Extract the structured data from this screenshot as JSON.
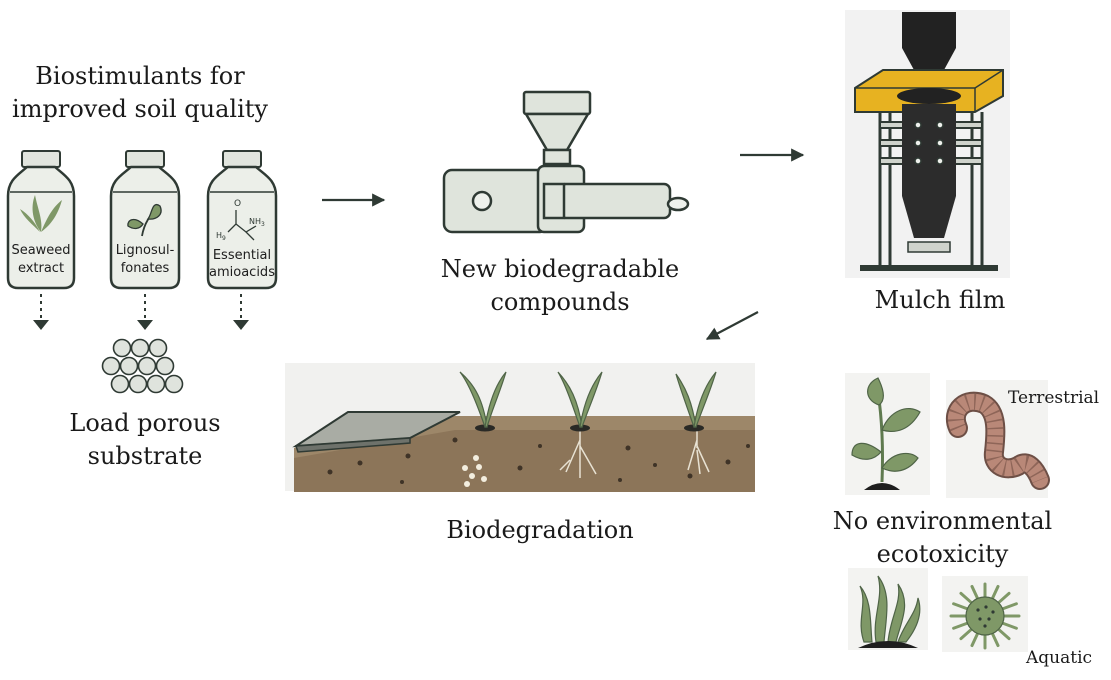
{
  "title_lines": [
    "Biostimulants for",
    "improved soil quality"
  ],
  "jars": [
    {
      "line1": "Seaweed",
      "line2": "extract",
      "icon": "seaweed-icon"
    },
    {
      "line1": "Lignosul-",
      "line2": "fonates",
      "icon": "leaf-icon"
    },
    {
      "line1": "Essential",
      "line2": "amioacids",
      "icon": "molecule-icon"
    }
  ],
  "molecule": {
    "top_label": "O",
    "right_label": "NH",
    "right_sub": "3",
    "left_label": "H",
    "left_sub": "9"
  },
  "load_lines": [
    "Load porous",
    "substrate"
  ],
  "extruder_lines": [
    "New biodegradable",
    "compounds"
  ],
  "mulch_label": "Mulch film",
  "biodegradation_label": "Biodegradation",
  "eco_lines": [
    "No environmental",
    "ecotoxicity"
  ],
  "terrestrial_label": "Terrestrial",
  "aquatic_label": "Aquatic",
  "colors": {
    "green": "#7f9867",
    "soil": "#8c7559",
    "metal": "#dfe4dc",
    "outline": "#2f3a34",
    "yellow": "#e7b221",
    "worm": "#b98878"
  }
}
